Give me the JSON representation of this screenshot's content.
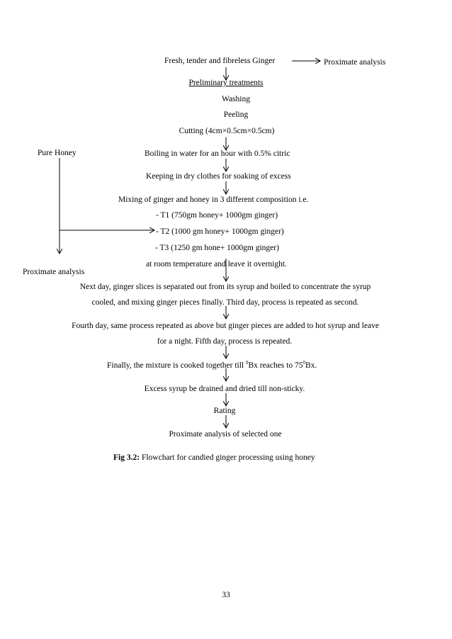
{
  "flowchart": {
    "top_node": "Fresh, tender and fibreless Ginger",
    "top_side_output": "Proximate analysis",
    "preliminary_heading": "Preliminary treatments",
    "washing": "Washing",
    "peeling": "Peeling",
    "cutting": "Cutting (4cm×0.5cm×0.5cm)",
    "pure_honey": "Pure Honey",
    "boiling": "Boiling in water for an hour with 0.5% citric",
    "keeping": "Keeping in dry clothes for soaking of excess",
    "mixing": "Mixing of ginger and honey in 3 different composition i.e.",
    "t1": "- T1 (750gm honey+ 1000gm ginger)",
    "t2": "- T2 (1000 gm honey+ 1000gm ginger)",
    "t3": "- T3 (1250 gm hone+ 1000gm ginger)",
    "room_temp": "at room temperature and leave it overnight.",
    "honey_output": "Proximate analysis",
    "next_day_line1": "Next day, ginger slices is separated out from its syrup and boiled to concentrate the syrup",
    "next_day_line2": "cooled, and mixing ginger pieces finally. Third day, process is repeated as second.",
    "fourth_day_line1": "Fourth day, same process repeated as above but ginger pieces are added to hot syrup and leave",
    "fourth_day_line2": "for a night. Fifth day, process is repeated.",
    "finally_before": "Finally, the mixture is cooked together till ",
    "finally_sup1": "0",
    "finally_mid": "Bx reaches to 75",
    "finally_sup2": "0",
    "finally_after": "Bx.",
    "excess": "Excess syrup be drained and dried till non-sticky.",
    "rating": "Rating",
    "final_node": "Proximate analysis of selected one"
  },
  "caption": {
    "label": "Fig 3.2:",
    "text": " Flowchart for candied ginger processing using honey"
  },
  "page_number": "33"
}
